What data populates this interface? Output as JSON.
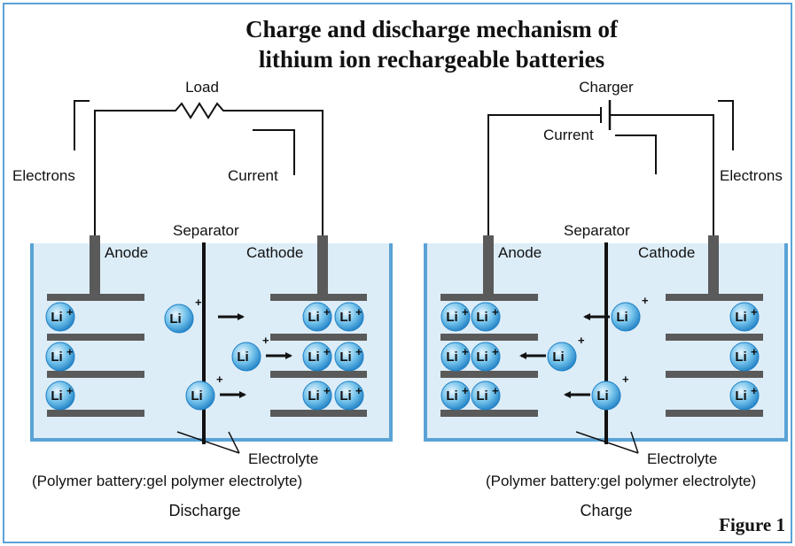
{
  "title": {
    "line1": "Charge and discharge mechanism of",
    "line2": "lithium ion rechargeable batteries"
  },
  "figure_label": "Figure 1",
  "colors": {
    "frame": "#5aa2d6",
    "tank_fill": "#dcedf8",
    "tank_border": "#5aa2d6",
    "electrode": "#5a5a5a",
    "wire": "#111111",
    "ion_light": "#eaf6fd",
    "ion_mid": "#6fc0ea",
    "ion_dark": "#1f7fc4"
  },
  "ion": {
    "symbol": "Li",
    "charge": "+"
  },
  "discharge": {
    "caption": "Discharge",
    "load_label": "Load",
    "electrons_label": "Electrons",
    "current_label": "Current",
    "separator_label": "Separator",
    "anode_label": "Anode",
    "cathode_label": "Cathode",
    "electrolyte_label": "Electrolyte",
    "electrolyte_note": "(Polymer battery:gel polymer electrolyte)"
  },
  "charge": {
    "caption": "Charge",
    "charger_label": "Charger",
    "electrons_label": "Electrons",
    "current_label": "Current",
    "separator_label": "Separator",
    "anode_label": "Anode",
    "cathode_label": "Cathode",
    "electrolyte_label": "Electrolyte",
    "electrolyte_note": "(Polymer battery:gel polymer electrolyte)"
  }
}
